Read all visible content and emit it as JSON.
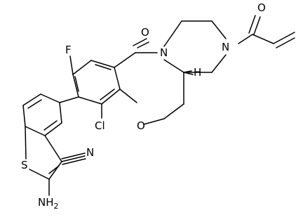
{
  "labels": {
    "o_carbonyl_top": "O",
    "o_acryloyl": "O",
    "n_lactam": "N",
    "n_piperazine": "N",
    "h_stereo": "H",
    "f": "F",
    "cl": "Cl",
    "o_ether": "O",
    "n_nitrile": "N",
    "s": "S",
    "nh2_n": "NH",
    "nh2_sub": "2"
  },
  "colors": {
    "ink": "#000000",
    "background": "#ffffff"
  }
}
